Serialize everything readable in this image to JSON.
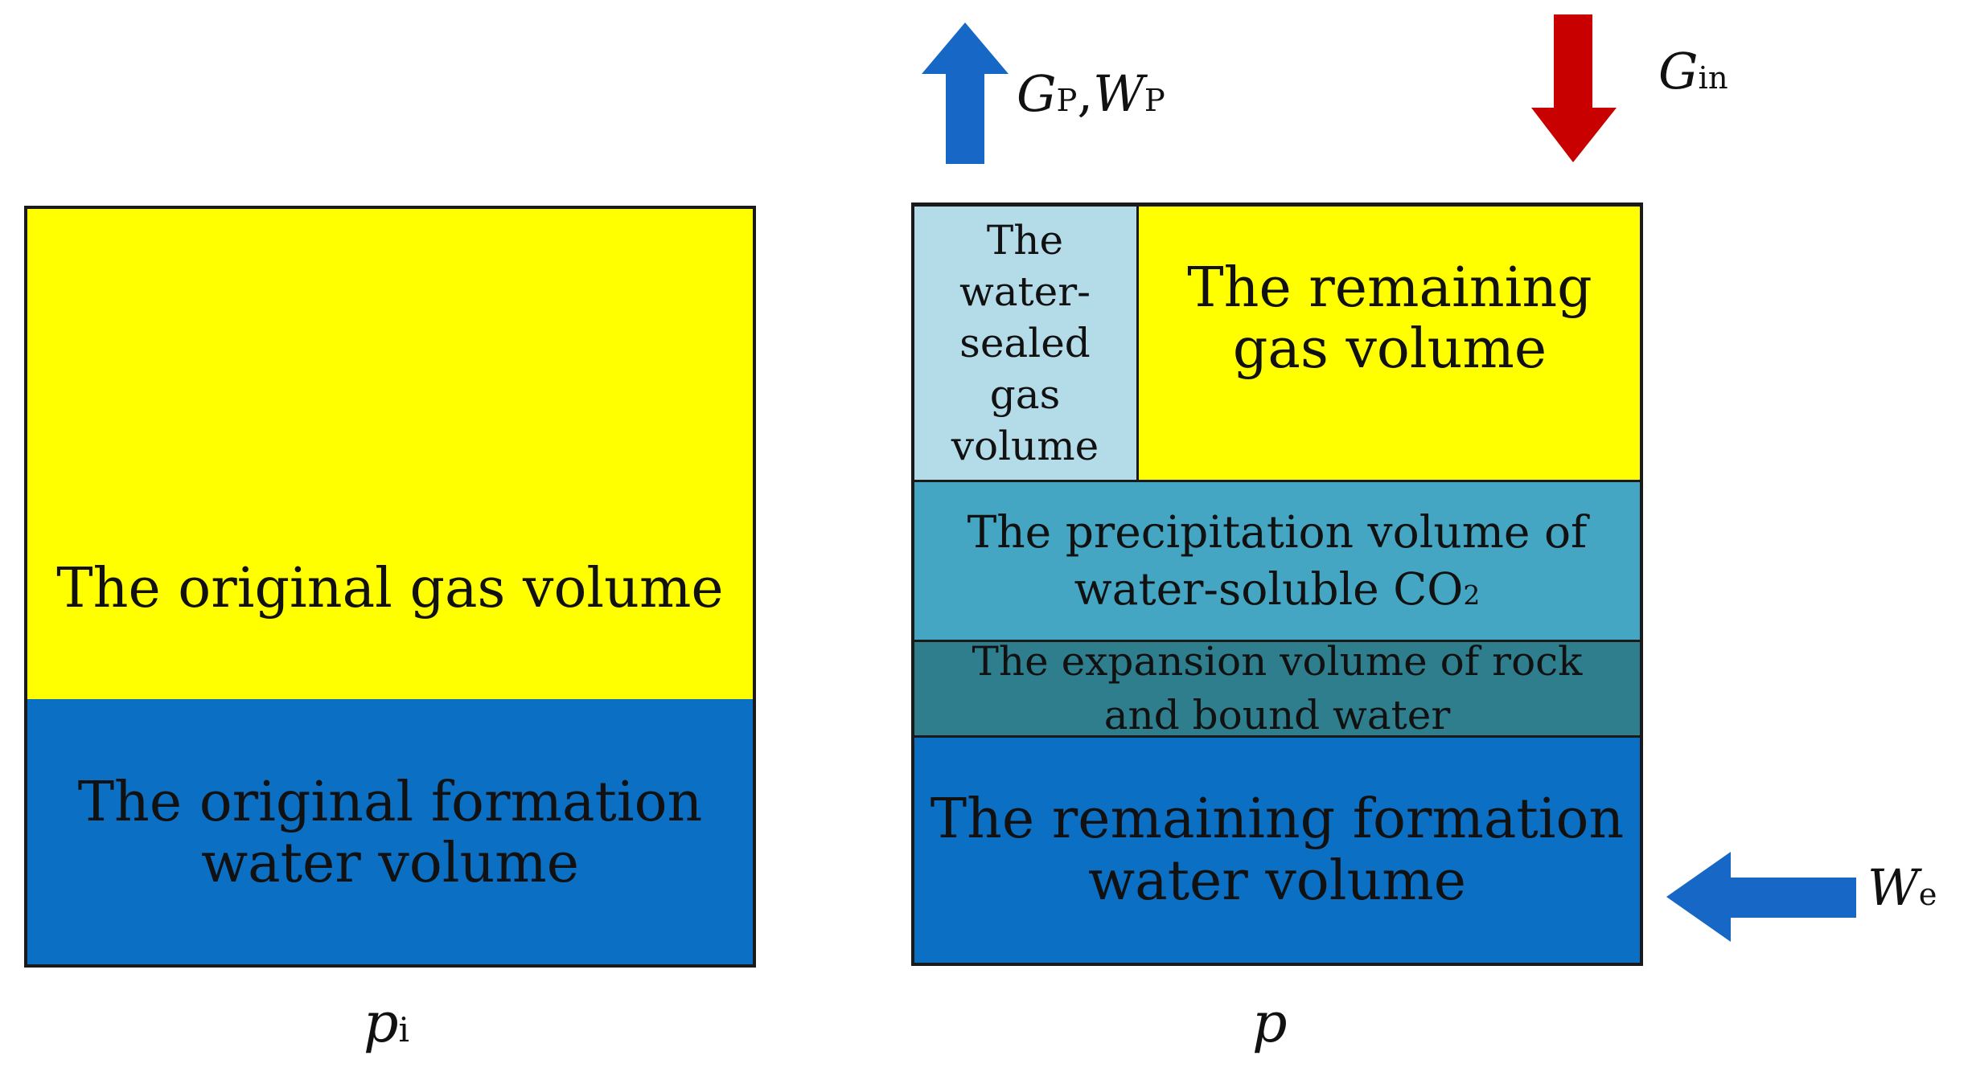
{
  "colors": {
    "gas": "#ffff00",
    "water": "#0b6fc4",
    "sealed_gas": "#b4dce8",
    "precipitation": "#44a6c2",
    "expansion": "#2e7e8e",
    "arrow_blue": "#1767c6",
    "arrow_red": "#c80000"
  },
  "left": {
    "gas_label": "The original gas volume",
    "water_label": "The original formation\nwater volume",
    "state_symbol": "p",
    "state_subscript": "i"
  },
  "right": {
    "sealed_label": "The\nwater-\nsealed\ngas\nvolume",
    "remaining_gas_label": "The remaining\ngas volume",
    "precipitation_label_main": "The precipitation volume of\nwater-soluble CO",
    "precipitation_label_sub": "2",
    "expansion_label": "The expansion volume of rock\nand bound water",
    "remaining_water_label": "The remaining formation\nwater volume",
    "state_symbol": "p"
  },
  "flows": {
    "production": {
      "g": "G",
      "g_sub": "P",
      "sep": ",",
      "w": "W",
      "w_sub": "P"
    },
    "injection": {
      "g": "G",
      "g_sub": "in"
    },
    "influx": {
      "w": "W",
      "w_sub": "e"
    }
  }
}
